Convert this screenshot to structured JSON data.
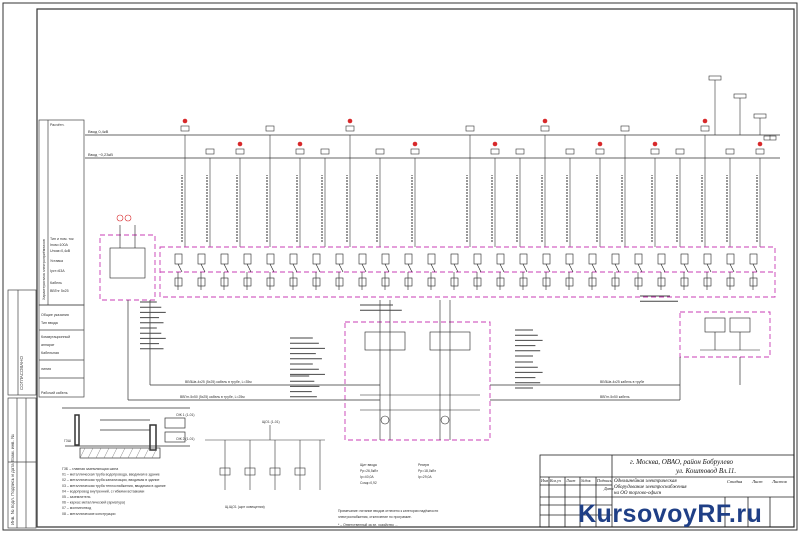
{
  "colors": {
    "ink": "#222222",
    "frame": "#333333",
    "magenta": "#c83cb4",
    "red": "#d8282a",
    "watermark": "#1f3f86"
  },
  "title_block": {
    "address_line1": "г. Москва, ОВАО, район Бобрyлево",
    "address_line2": "ул. Коштoвод Вл.11.",
    "drawing_title_1": "Однолинейная электрическая",
    "drawing_title_2": "Оборудование электроснабжения",
    "drawing_title_3": "на ОО торгово-офисн",
    "col_stage": "Стадия",
    "col_sheet": "Лист",
    "col_sheets": "Листов",
    "row_labels": [
      "Изм",
      "Кол.уч",
      "Лист",
      "№док",
      "Подпись",
      "Дата"
    ]
  },
  "legend": {
    "notes": [
      "ГЗБ – главная заземляющая шина",
      "01 – металлическая труба водопровода, вводимая в здание",
      "02 – металлическая труба канализации, вводимая в здание",
      "03 – металлическая труба теплоснабжения, вводимая в здание",
      "04 – водопровод внутренний, с гибкими вставками",
      "05 – заземлитель",
      "06 – каркас металлический (арматура)",
      "07 – молниеотвод",
      "08 – металлические конструкции"
    ]
  },
  "watermark": {
    "part1": "Kursovoy",
    "part2": "RF",
    "part3": ".ru"
  }
}
